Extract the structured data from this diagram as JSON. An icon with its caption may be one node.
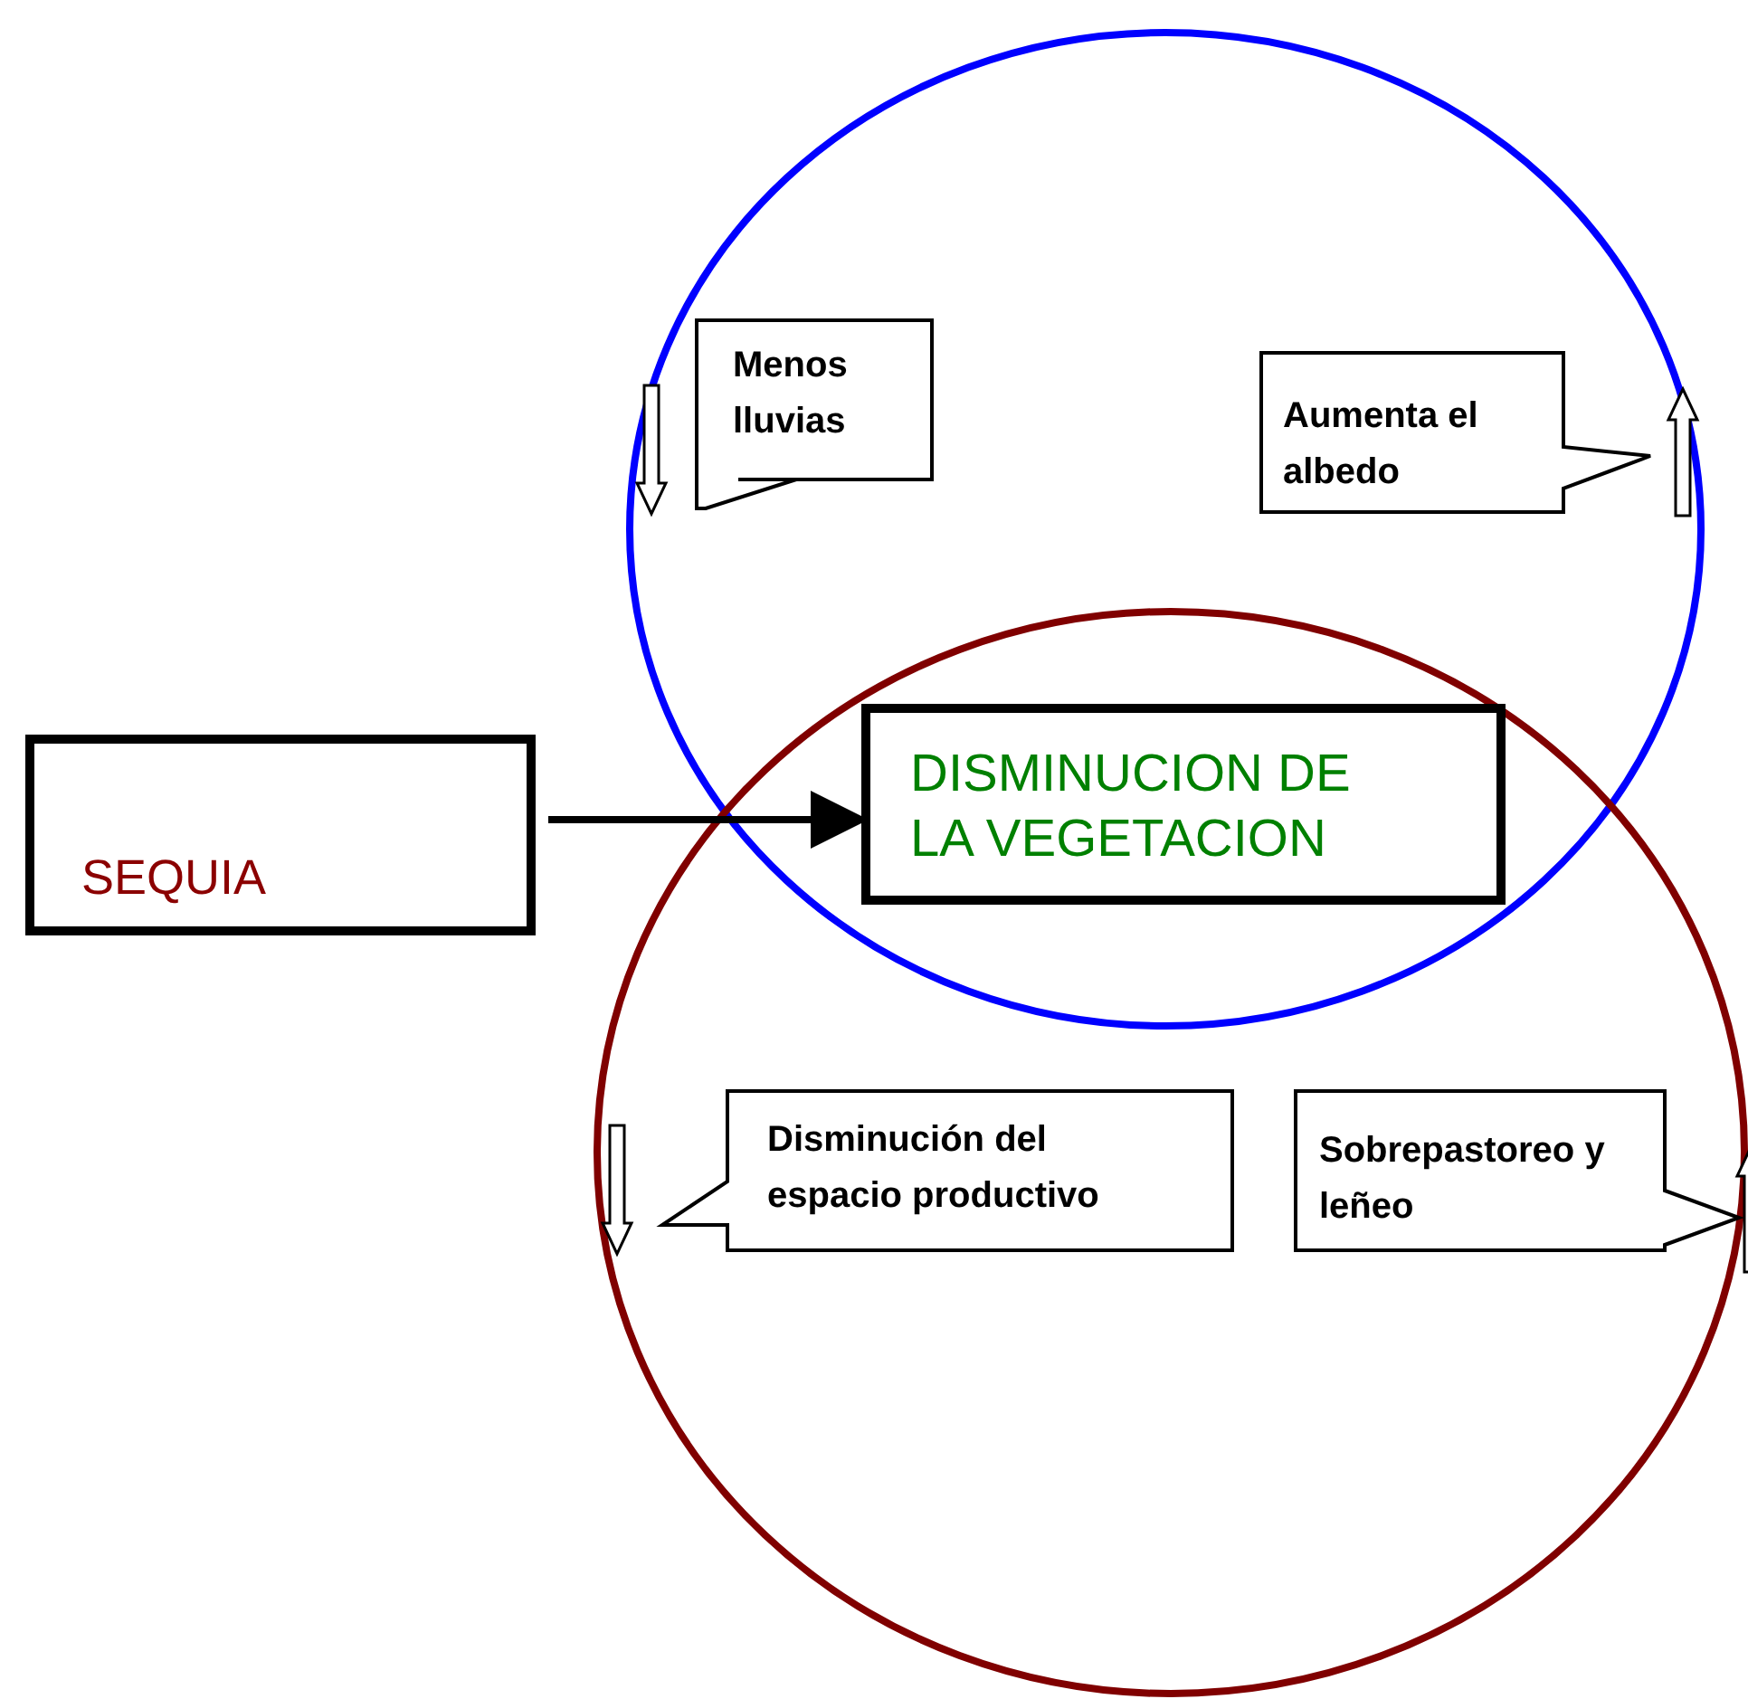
{
  "diagram": {
    "nodes": [
      {
        "text": [
          "SEQUIA"
        ]
      },
      {
        "text": [
          "DISMINUCION DE LA VEGETACION"
        ]
      },
      {
        "text": [],
        "shape": "circle"
      },
      {
        "text": [],
        "shape": "circle"
      },
      {
        "text": [
          "Menos lluvias"
        ],
        "in": 2
      },
      {
        "text": [
          "Aumenta el albedo"
        ],
        "in": 2
      },
      {
        "text": [
          "Disminución del espacio productivo"
        ],
        "in": 3
      },
      {
        "text": [
          "Sobrepastoreo y leñeo"
        ],
        "in": 3
      }
    ],
    "edges": [
      {
        "from": 0,
        "to": 1,
        "arrow": "to"
      }
    ]
  }
}
